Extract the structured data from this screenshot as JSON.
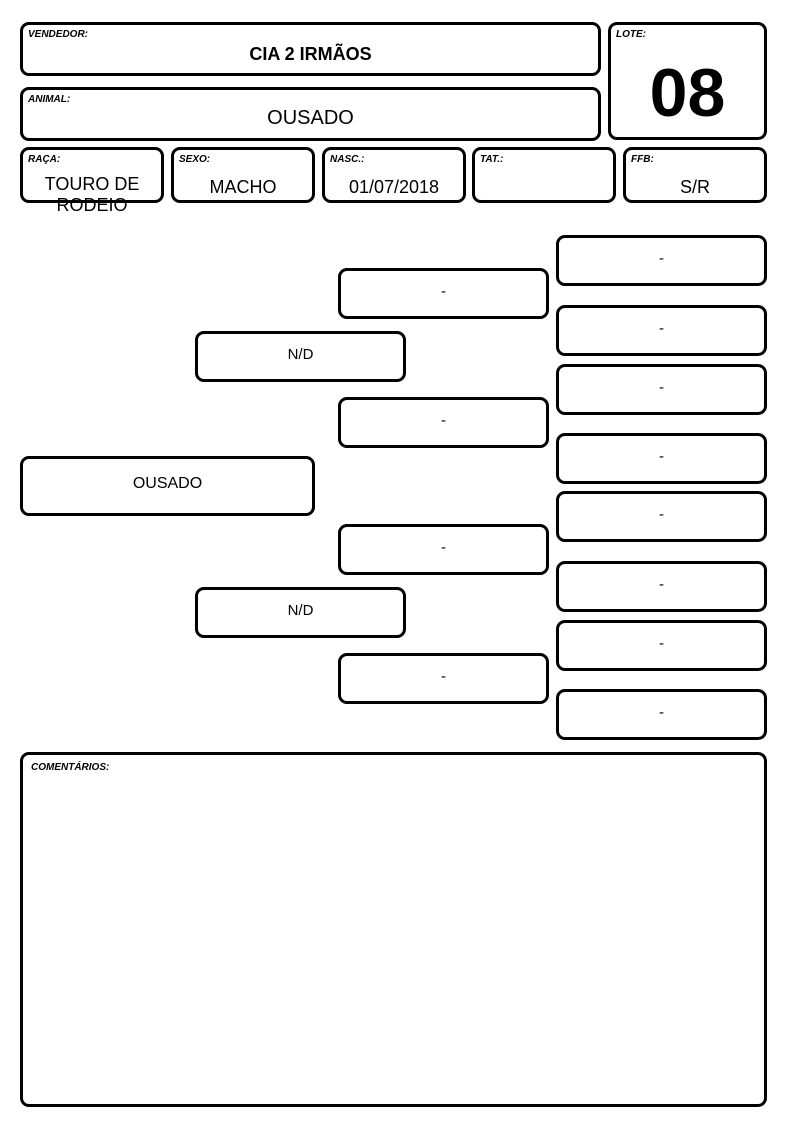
{
  "header": {
    "vendedor": {
      "label": "VENDEDOR:",
      "value": "CIA 2 IRMÃOS"
    },
    "lote": {
      "label": "LOTE:",
      "value": "08"
    },
    "animal": {
      "label": "ANIMAL:",
      "value": "OUSADO"
    }
  },
  "info": {
    "raca": {
      "label": "RAÇA:",
      "value": "TOURO DE RODEIO"
    },
    "sexo": {
      "label": "SEXO:",
      "value": "MACHO"
    },
    "nasc": {
      "label": "NASC.:",
      "value": "01/07/2018"
    },
    "tat": {
      "label": "TAT.:",
      "value": ""
    },
    "ffb": {
      "label": "FFB:",
      "value": "S/R"
    }
  },
  "pedigree": {
    "animal": "OUSADO",
    "parents": [
      "N/D",
      "N/D"
    ],
    "grandparents": [
      "-",
      "-",
      "-",
      "-"
    ],
    "great_grandparents": [
      "-",
      "-",
      "-",
      "-",
      "-",
      "-",
      "-",
      "-"
    ]
  },
  "comments": {
    "label": "COMENTÁRIOS:",
    "value": ""
  }
}
